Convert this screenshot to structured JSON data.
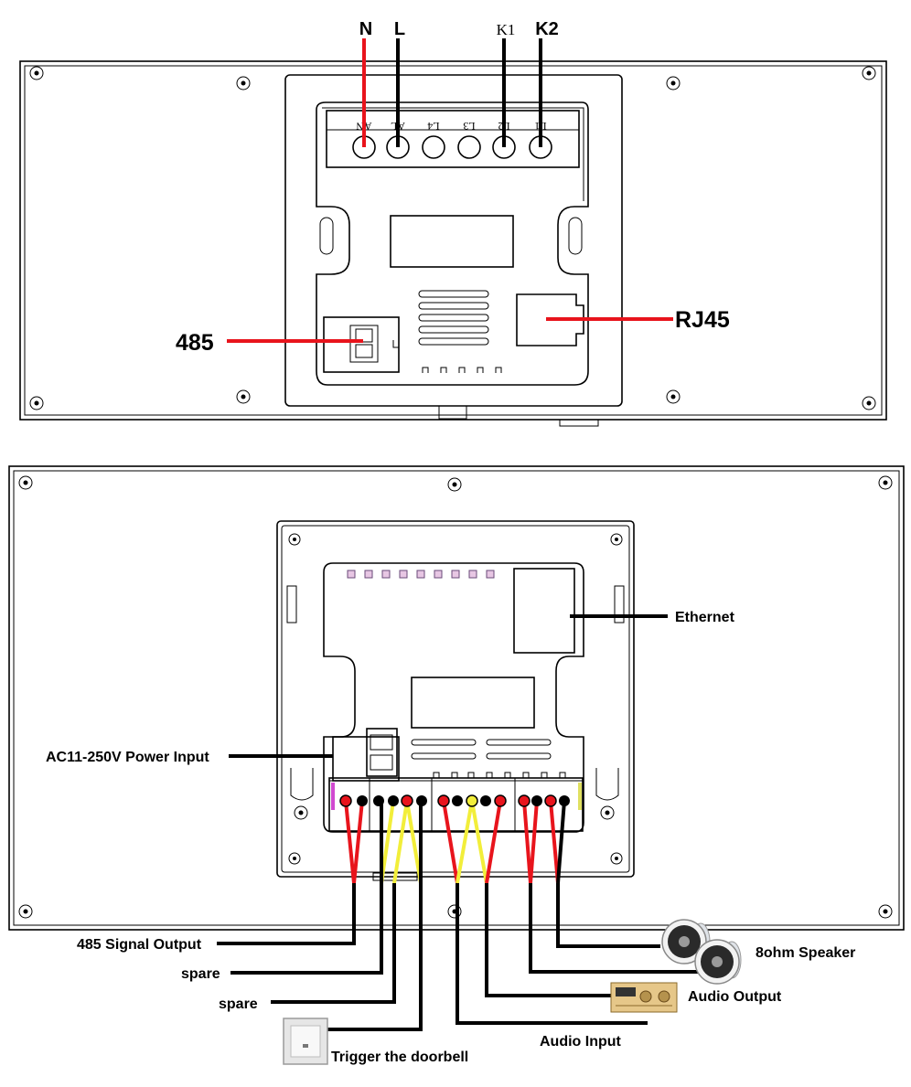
{
  "top_panel": {
    "top_labels": [
      "N",
      "L",
      "K1",
      "K2"
    ],
    "terminal_labels": [
      "AN",
      "AL",
      "L4",
      "L3",
      "L2",
      "L1"
    ],
    "label_485": "485",
    "label_rj45": "RJ45"
  },
  "bottom_panel": {
    "label_ethernet": "Ethernet",
    "label_power": "AC11-250V Power Input",
    "label_485_out": "485 Signal Output",
    "label_spare_1": "spare",
    "label_spare_2": "spare",
    "label_doorbell": "Trigger the doorbell",
    "label_audio_input": "Audio Input",
    "label_audio_output": "Audio Output",
    "label_speaker": "8ohm Speaker"
  },
  "colors": {
    "wire_red": "#e8141c",
    "wire_yellow": "#f2ee3a",
    "wire_black": "#000000"
  }
}
